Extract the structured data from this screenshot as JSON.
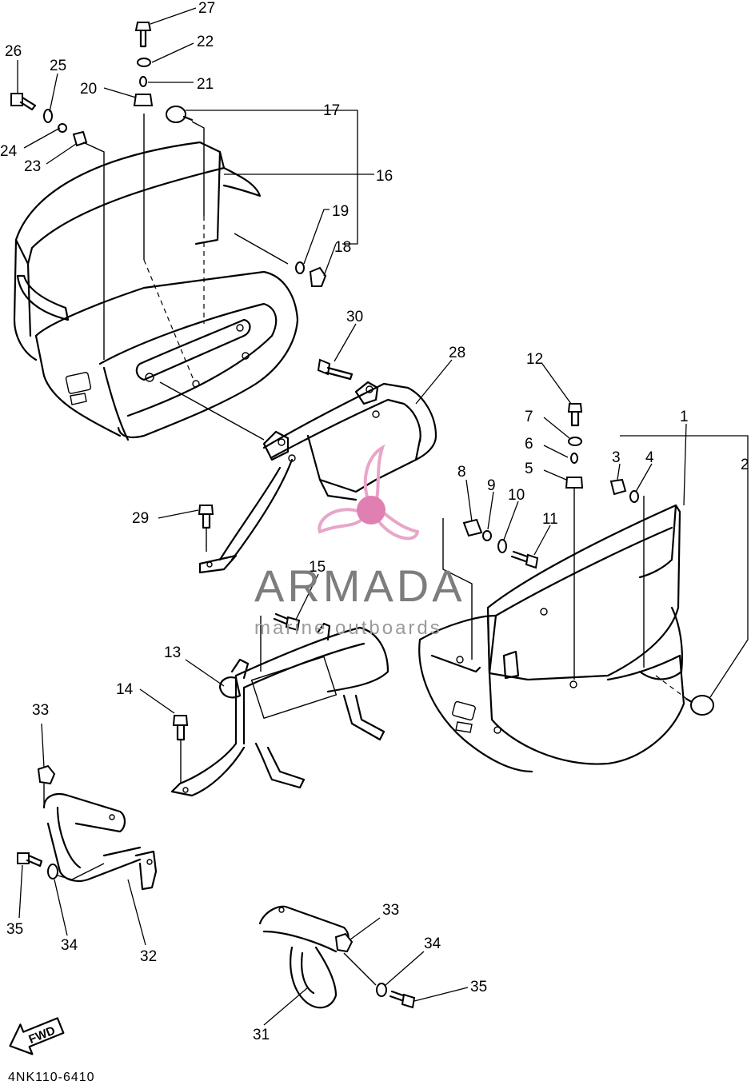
{
  "callouts": [
    {
      "n": "1"
    },
    {
      "n": "2"
    },
    {
      "n": "3"
    },
    {
      "n": "4"
    },
    {
      "n": "5"
    },
    {
      "n": "6"
    },
    {
      "n": "7"
    },
    {
      "n": "8"
    },
    {
      "n": "9"
    },
    {
      "n": "10"
    },
    {
      "n": "11"
    },
    {
      "n": "12"
    },
    {
      "n": "13"
    },
    {
      "n": "14"
    },
    {
      "n": "15"
    },
    {
      "n": "16"
    },
    {
      "n": "17"
    },
    {
      "n": "18"
    },
    {
      "n": "19"
    },
    {
      "n": "20"
    },
    {
      "n": "21"
    },
    {
      "n": "22"
    },
    {
      "n": "23"
    },
    {
      "n": "24"
    },
    {
      "n": "25"
    },
    {
      "n": "26"
    },
    {
      "n": "27"
    },
    {
      "n": "28"
    },
    {
      "n": "29"
    },
    {
      "n": "30"
    },
    {
      "n": "31"
    },
    {
      "n": "32"
    },
    {
      "n": "33a",
      "label": "33"
    },
    {
      "n": "33b",
      "label": "33"
    },
    {
      "n": "34a",
      "label": "34"
    },
    {
      "n": "34b",
      "label": "34"
    },
    {
      "n": "35a",
      "label": "35"
    },
    {
      "n": "35b",
      "label": "35"
    }
  ],
  "labels": {
    "c1": "1",
    "c2": "2",
    "c3": "3",
    "c4": "4",
    "c5": "5",
    "c6": "6",
    "c7": "7",
    "c8": "8",
    "c9": "9",
    "c10": "10",
    "c11": "11",
    "c12": "12",
    "c13": "13",
    "c14": "14",
    "c15": "15",
    "c16": "16",
    "c17": "17",
    "c18": "18",
    "c19": "19",
    "c20": "20",
    "c21": "21",
    "c22": "22",
    "c23": "23",
    "c24": "24",
    "c25": "25",
    "c26": "26",
    "c27": "27",
    "c28": "28",
    "c29": "29",
    "c30": "30",
    "c31": "31",
    "c32": "32",
    "c33a": "33",
    "c33b": "33",
    "c34a": "34",
    "c34b": "34",
    "c35a": "35",
    "c35b": "35"
  },
  "fwd_arrow_label": "FWD",
  "drawing_code": "4NK110-6410",
  "watermark": {
    "brand": "ARMADA",
    "tagline": "marine outboards",
    "logo_color": "#e8a6c8",
    "logo_dot_color": "#e07fb2"
  }
}
